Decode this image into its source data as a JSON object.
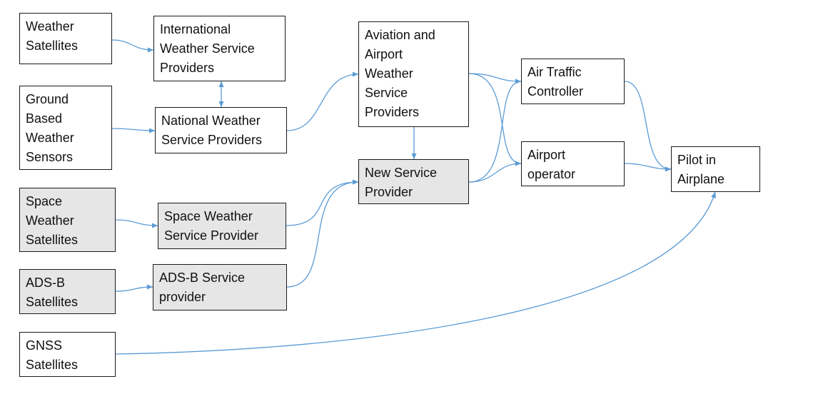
{
  "diagram": {
    "edge_color": "#5b9bd5",
    "shaded_fill": "#e6e6e6",
    "nodes": [
      {
        "id": "weather-satellites",
        "lines": [
          "Weather",
          "Satellites"
        ],
        "shaded": false
      },
      {
        "id": "ground-sensors",
        "lines": [
          "Ground",
          "Based",
          "Weather",
          "Sensors"
        ],
        "shaded": false
      },
      {
        "id": "space-weather-satellites",
        "lines": [
          "Space",
          "Weather",
          "Satellites"
        ],
        "shaded": true
      },
      {
        "id": "adsb-satellites",
        "lines": [
          "ADS-B",
          "Satellites"
        ],
        "shaded": true
      },
      {
        "id": "gnss-satellites",
        "lines": [
          "GNSS",
          "Satellites"
        ],
        "shaded": false
      },
      {
        "id": "intl-weather-providers",
        "lines": [
          "International",
          "Weather Service",
          "Providers"
        ],
        "shaded": false
      },
      {
        "id": "national-weather-providers",
        "lines": [
          "National Weather",
          "Service Providers"
        ],
        "shaded": false
      },
      {
        "id": "space-weather-provider",
        "lines": [
          "Space Weather",
          "Service Provider"
        ],
        "shaded": true
      },
      {
        "id": "adsb-provider",
        "lines": [
          "ADS-B Service",
          "provider"
        ],
        "shaded": true
      },
      {
        "id": "aviation-airport-providers",
        "lines": [
          "Aviation and",
          "Airport",
          "Weather",
          "Service",
          "Providers"
        ],
        "shaded": false
      },
      {
        "id": "new-service-provider",
        "lines": [
          "New Service",
          "Provider"
        ],
        "shaded": true
      },
      {
        "id": "air-traffic-controller",
        "lines": [
          "Air Traffic",
          "Controller"
        ],
        "shaded": false
      },
      {
        "id": "airport-operator",
        "lines": [
          "Airport",
          "operator"
        ],
        "shaded": false
      },
      {
        "id": "pilot-in-airplane",
        "lines": [
          "Pilot in",
          "Airplane"
        ],
        "shaded": false
      }
    ],
    "edges": [
      {
        "from": "weather-satellites",
        "to": "intl-weather-providers"
      },
      {
        "from": "intl-weather-providers",
        "to": "national-weather-providers",
        "bidirectional": true
      },
      {
        "from": "ground-sensors",
        "to": "national-weather-providers"
      },
      {
        "from": "national-weather-providers",
        "to": "aviation-airport-providers"
      },
      {
        "from": "aviation-airport-providers",
        "to": "new-service-provider"
      },
      {
        "from": "aviation-airport-providers",
        "to": "air-traffic-controller"
      },
      {
        "from": "aviation-airport-providers",
        "to": "airport-operator"
      },
      {
        "from": "space-weather-satellites",
        "to": "space-weather-provider"
      },
      {
        "from": "space-weather-provider",
        "to": "new-service-provider"
      },
      {
        "from": "adsb-satellites",
        "to": "adsb-provider"
      },
      {
        "from": "adsb-provider",
        "to": "new-service-provider"
      },
      {
        "from": "new-service-provider",
        "to": "air-traffic-controller"
      },
      {
        "from": "new-service-provider",
        "to": "airport-operator"
      },
      {
        "from": "air-traffic-controller",
        "to": "pilot-in-airplane"
      },
      {
        "from": "airport-operator",
        "to": "pilot-in-airplane"
      },
      {
        "from": "gnss-satellites",
        "to": "pilot-in-airplane"
      }
    ]
  }
}
